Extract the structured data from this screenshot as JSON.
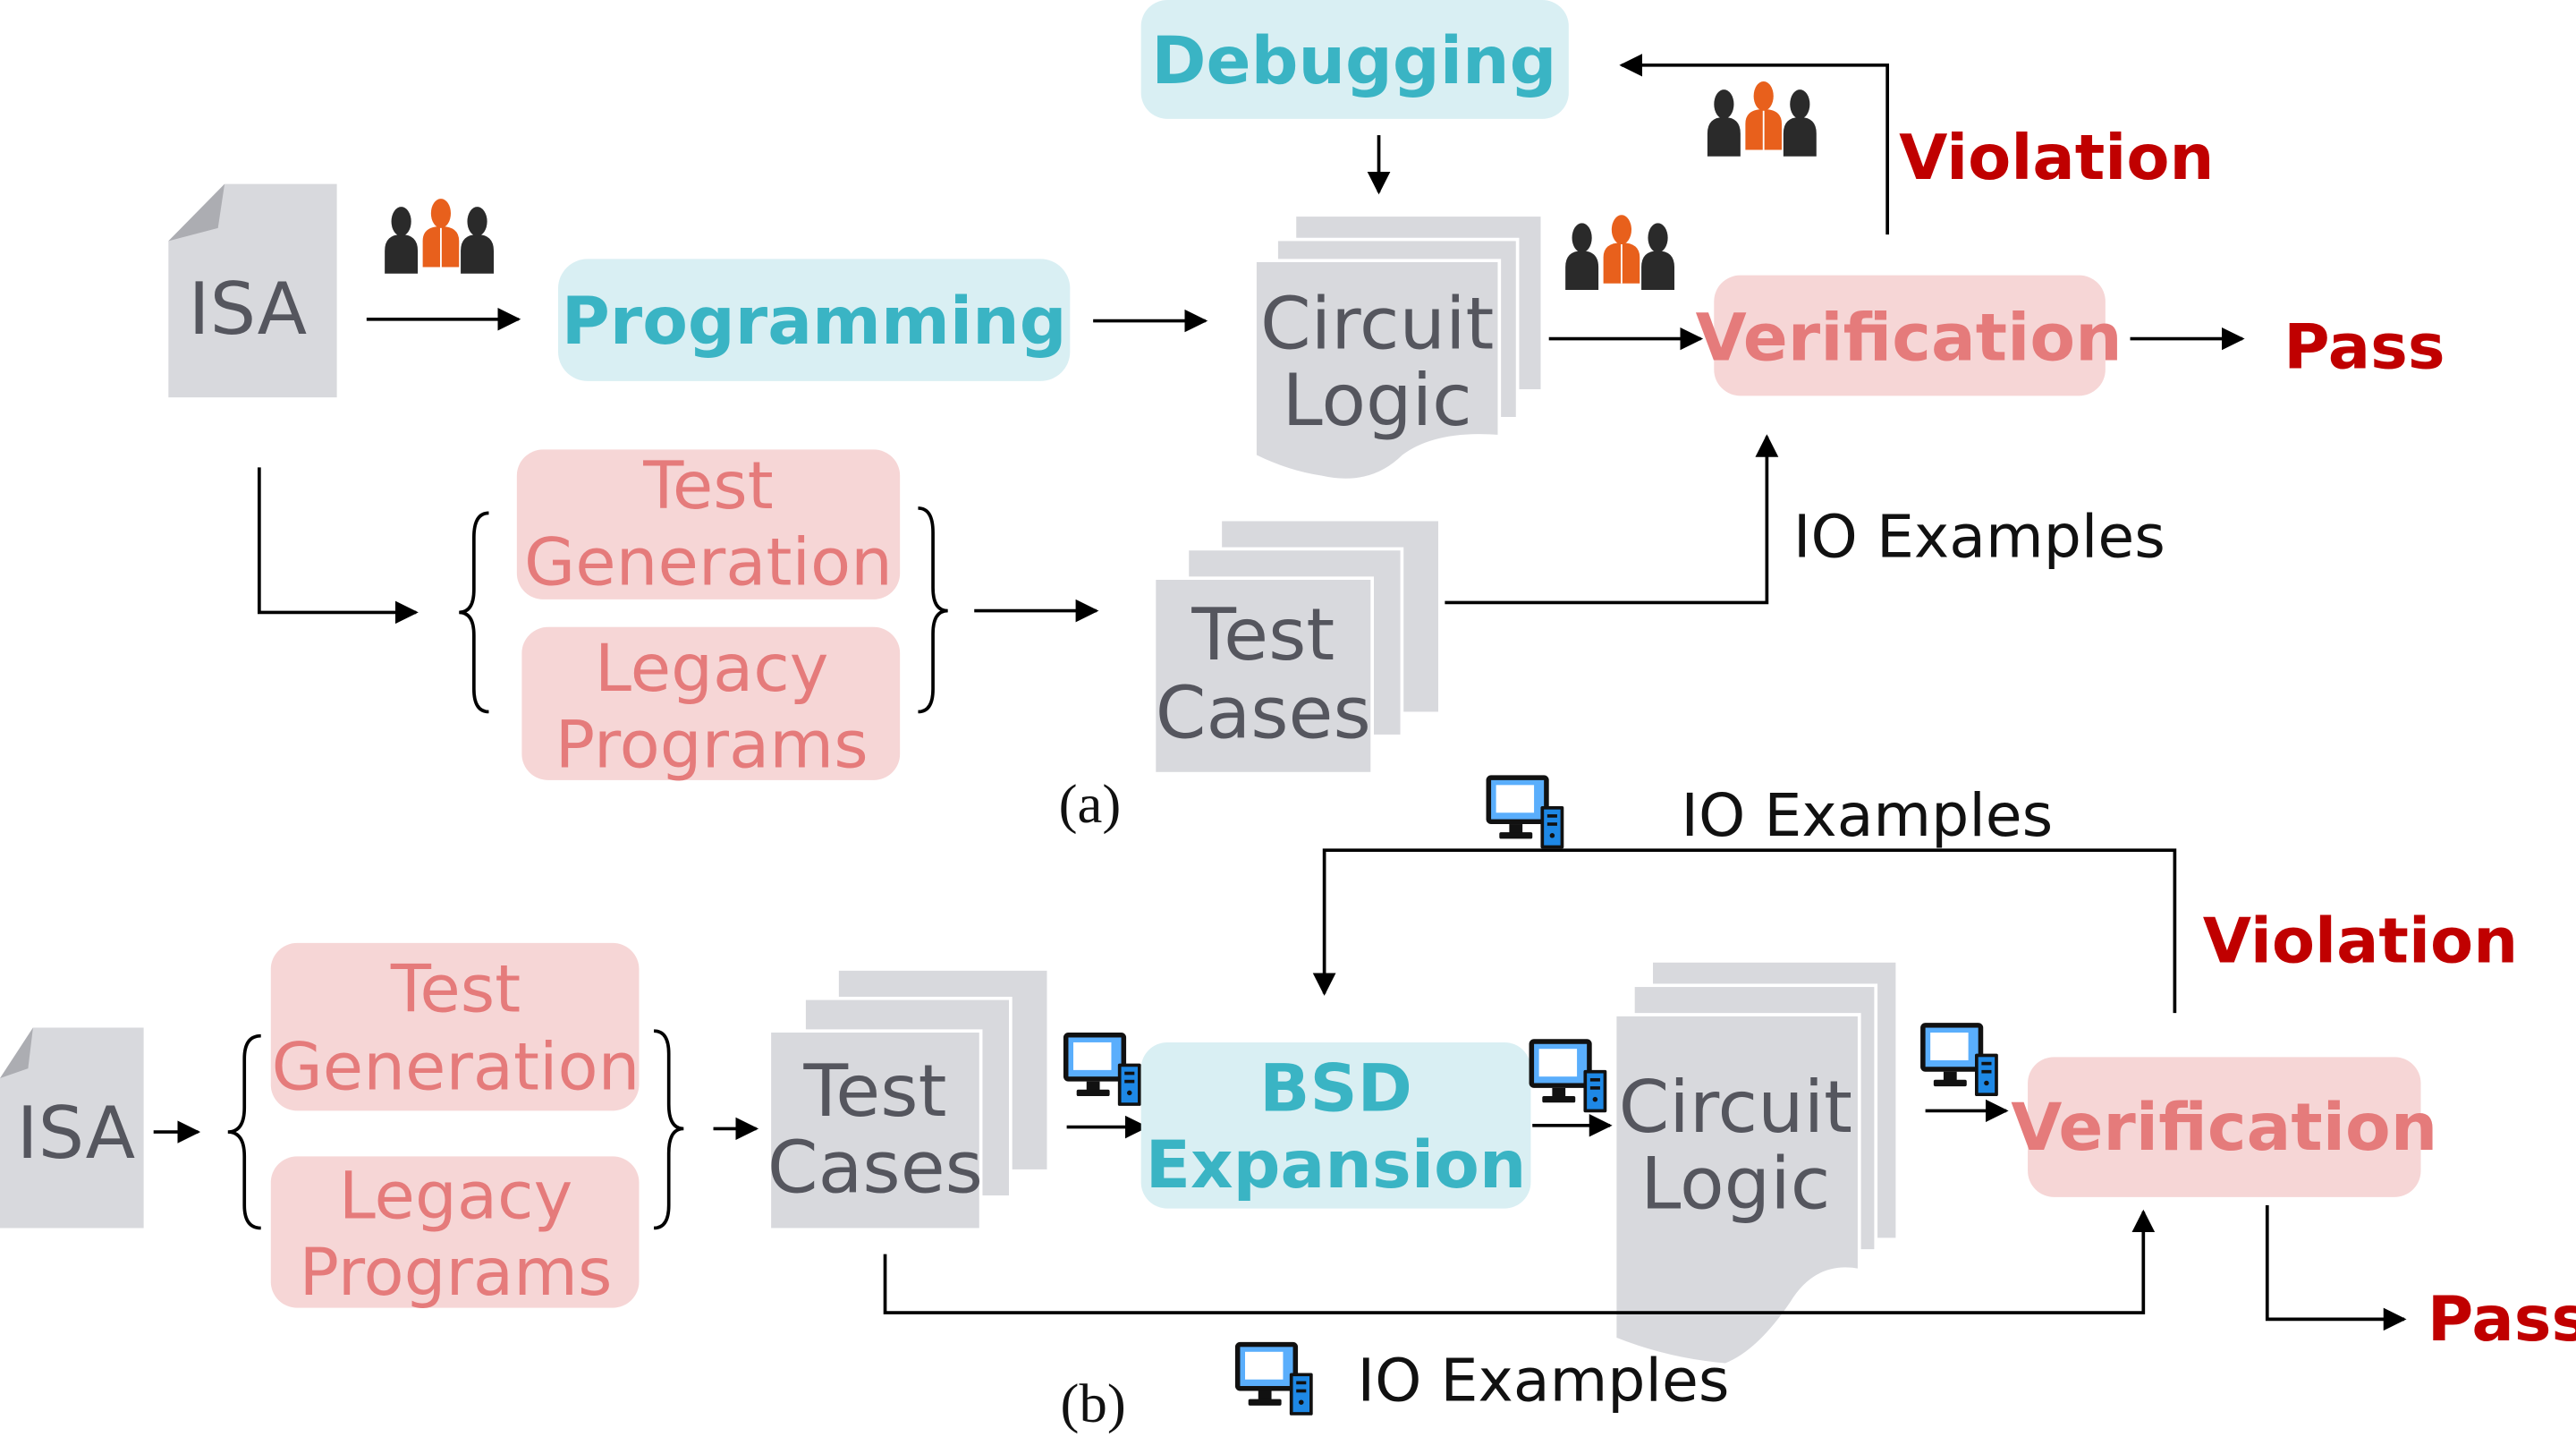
{
  "figure": {
    "panel_a": {
      "caption": "(a)",
      "isa": "ISA",
      "programming": "Programming",
      "debugging": "Debugging",
      "circuit_logic": [
        "Circuit",
        "Logic"
      ],
      "verification": "Verification",
      "pass": "Pass",
      "violation": "Violation",
      "test_generation": [
        "Test",
        "Generation"
      ],
      "legacy_programs": [
        "Legacy",
        "Programs"
      ],
      "test_cases": [
        "Test",
        "Cases"
      ],
      "io_examples": "IO Examples",
      "actor_icon": "human-team-icon"
    },
    "panel_b": {
      "caption": "(b)",
      "isa": "ISA",
      "test_generation": [
        "Test",
        "Generation"
      ],
      "legacy_programs": [
        "Legacy",
        "Programs"
      ],
      "test_cases": [
        "Test",
        "Cases"
      ],
      "bsd_expansion": [
        "BSD",
        "Expansion"
      ],
      "circuit_logic": [
        "Circuit",
        "Logic"
      ],
      "verification": "Verification",
      "violation": "Violation",
      "pass": "Pass",
      "io_examples_top": "IO Examples",
      "io_examples_bottom": "IO Examples",
      "actor_icon": "computer-icon"
    },
    "colors": {
      "teal_text": "#3ab4c4",
      "teal_box": "#d9eff3",
      "pink_text": "#e57b7b",
      "pink_box": "#f6d6d6",
      "red_text": "#c00000",
      "doc_gray": "#d8d9dd",
      "orange_person": "#e8601c",
      "computer_blue": "#1e88e5"
    }
  }
}
